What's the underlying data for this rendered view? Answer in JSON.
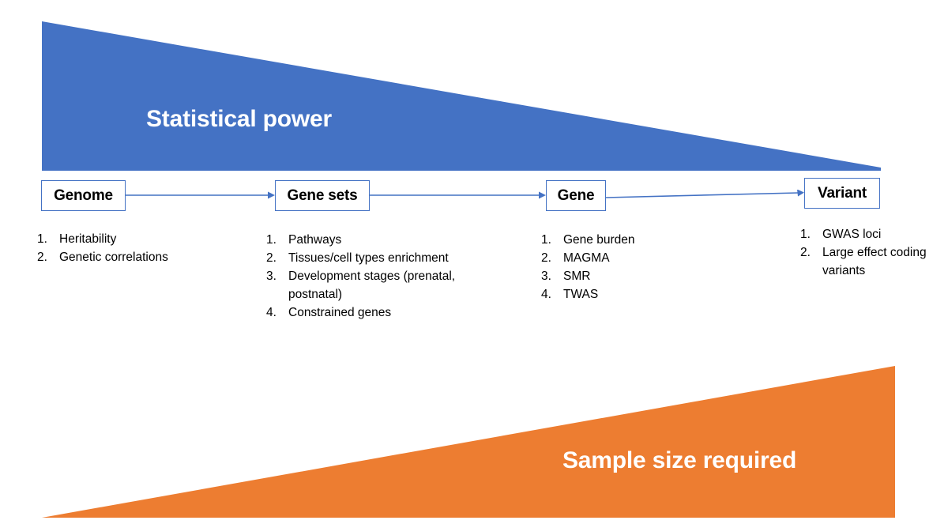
{
  "colors": {
    "power_wedge": "#4472C4",
    "sample_wedge": "#ED7D31",
    "box_border": "#4472C4",
    "arrow": "#4472C4",
    "text": "#000000",
    "wedge_label_text": "#FFFFFF",
    "background": "#FFFFFF"
  },
  "wedges": {
    "power": {
      "label": "Statistical power",
      "direction": "decreasing-left-to-right"
    },
    "sample": {
      "label": "Sample size required",
      "direction": "increasing-left-to-right"
    }
  },
  "flow": {
    "stages": [
      {
        "id": "genome",
        "label": "Genome",
        "items": [
          {
            "num": "1.",
            "text": "Heritability"
          },
          {
            "num": "2.",
            "text": "Genetic correlations"
          }
        ]
      },
      {
        "id": "gene-sets",
        "label": "Gene sets",
        "items": [
          {
            "num": "1.",
            "text": "Pathways"
          },
          {
            "num": "2.",
            "text": "Tissues/cell types enrichment"
          },
          {
            "num": "3.",
            "text": "Development stages (prenatal, postnatal)"
          },
          {
            "num": "4.",
            "text": "Constrained genes"
          }
        ]
      },
      {
        "id": "gene",
        "label": "Gene",
        "items": [
          {
            "num": "1.",
            "text": "Gene burden"
          },
          {
            "num": "2.",
            "text": "MAGMA"
          },
          {
            "num": "3.",
            "text": "SMR"
          },
          {
            "num": "4.",
            "text": "TWAS"
          }
        ]
      },
      {
        "id": "variant",
        "label": "Variant",
        "items": [
          {
            "num": "1.",
            "text": "GWAS loci"
          },
          {
            "num": "2.",
            "text": "Large effect coding variants"
          }
        ]
      }
    ],
    "connectors": [
      {
        "from": "genome",
        "to": "gene-sets"
      },
      {
        "from": "gene-sets",
        "to": "gene"
      },
      {
        "from": "gene",
        "to": "variant"
      }
    ]
  }
}
